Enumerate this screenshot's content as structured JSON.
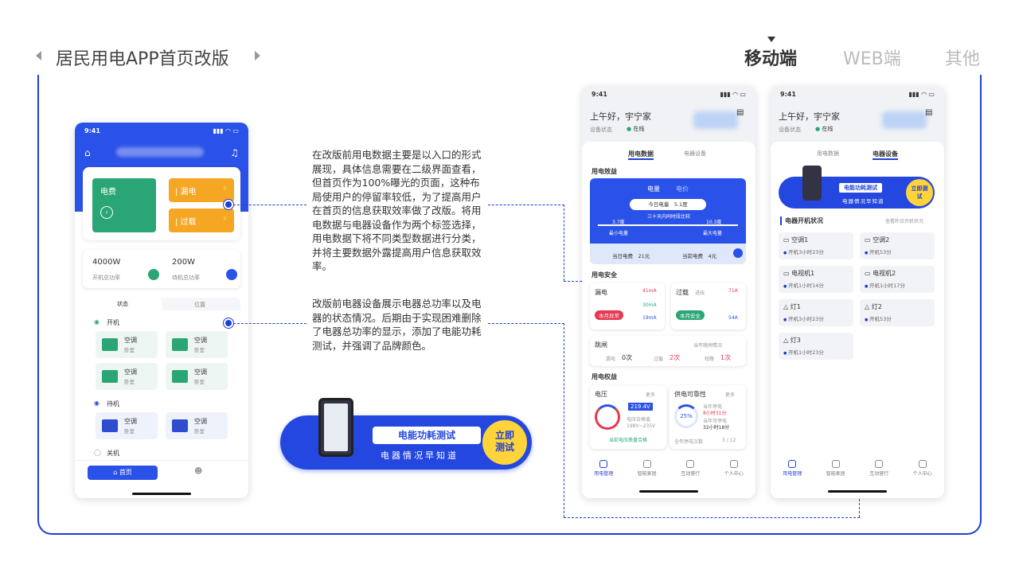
{
  "header": {
    "title": "居民用电APP首页改版",
    "tabs": [
      {
        "label": "移动端",
        "active": true
      },
      {
        "label": "WEB端",
        "active": false
      },
      {
        "label": "其他",
        "active": false
      }
    ]
  },
  "colors": {
    "accent": "#1d3fd6",
    "green": "#2aa676",
    "orange": "#f5a623",
    "red": "#e8384f"
  },
  "descriptions": {
    "p1": "在改版前用电数据主要是以入口的形式展现，具体信息需要在二级界面查看，但首页作为100%曝光的页面，这种布局使用户的停留率较低，为了提高用户在首页的信息获取效率做了改版。将用电数据与电器设备作为两个标签选择，用电数据下将不同类型数据进行分类，并将主要数据外露提高用户信息获取效率。",
    "p2": "改版前电器设备展示电器总功率以及电器的状态情况。后期由于实现困难删除了电器总功率的显示，添加了电能功耗测试，并强调了品牌颜色。"
  },
  "banner": {
    "title": "电能功耗测试",
    "subtitle": "电器情况早知道",
    "cta": "立即测试"
  },
  "old_phone": {
    "time": "9:41",
    "tiles": {
      "fee": "电费",
      "leak": "| 漏电",
      "overload": "| 过载"
    },
    "power": [
      {
        "value": "4000W",
        "label": "开机总功率"
      },
      {
        "value": "200W",
        "label": "待机总功率"
      }
    ],
    "tabs": [
      "状态",
      "位置"
    ],
    "groups": {
      "on": "开机",
      "standby": "待机",
      "off": "关机"
    },
    "ac_name": "空调",
    "ac_room": "卧室",
    "nav": [
      "首页",
      "我的"
    ]
  },
  "new_phone": {
    "time": "9:41",
    "greeting": "上午好，宇宁家",
    "status_label": "设备状态",
    "status_value": "在线",
    "tabs": [
      "用电数据",
      "电器设备"
    ],
    "section_usage": "用电效益",
    "toggle": [
      "电量",
      "电价"
    ],
    "today_label": "今日电量",
    "today_value": "5.1度",
    "compare": "三十天内同时段比较",
    "min_val": "3.7度",
    "min_label": "最小电量",
    "max_val": "10.3度",
    "max_label": "最大电量",
    "fee_today_label": "当日电费",
    "fee_today": "21元",
    "fee_now_label": "当前电费",
    "fee_now": "4元",
    "section_safety": "用电安全",
    "leak": {
      "title": "漏电",
      "badge": "本月异常",
      "v1": "41mA",
      "v2": "30mA",
      "v3": "19mA"
    },
    "overload": {
      "title": "过载",
      "sub": "进线",
      "badge": "本月安全",
      "v1": "71A",
      "v2": "54A"
    },
    "trip": {
      "title": "跳闸",
      "link": "当年跳闸情况",
      "items": [
        {
          "label": "漏电",
          "value": "0次"
        },
        {
          "label": "过载",
          "value": "2次"
        },
        {
          "label": "短路",
          "value": "1次"
        }
      ]
    },
    "section_rights": "用电权益",
    "voltage": {
      "title": "电压",
      "more": "更多",
      "value": "219.4V",
      "ok": "电压合格值",
      "range": "198V~235V",
      "footer": "当前电压质量合格"
    },
    "reliability": {
      "title": "供电可靠性",
      "more": "更多",
      "percent": "25%",
      "l1": "当年停电",
      "v1": "8小时31分",
      "l2": "当年可停电",
      "v2": "32小时18分",
      "footer_label": "全年停电次数",
      "footer_value": "3 / 12"
    },
    "nav": [
      "用电管理",
      "智能家居",
      "互动营行",
      "个人中心"
    ]
  },
  "device_phone": {
    "time": "9:41",
    "greeting": "上午好，宇宁家",
    "status_label": "设备状态",
    "status_value": "在线",
    "tabs": [
      "用电数据",
      "电器设备"
    ],
    "list_title": "电器开机状况",
    "list_link": "查看昨日开机状况",
    "devices": [
      {
        "name": "空调1",
        "state": "开机3小时23分"
      },
      {
        "name": "空调2",
        "state": "开机53分"
      },
      {
        "name": "电视机1",
        "state": "开机1小时14分"
      },
      {
        "name": "电视机2",
        "state": "开机1小时17分"
      },
      {
        "name": "灯1",
        "state": "开机3小时23分"
      },
      {
        "name": "灯2",
        "state": "开机53分"
      },
      {
        "name": "灯3",
        "state": "开机1小时23分"
      }
    ],
    "banner_title": "电能功耗测试",
    "banner_sub": "电器情况早知道",
    "banner_cta": "立即测试",
    "nav": [
      "用电管理",
      "智能家居",
      "互动营行",
      "个人中心"
    ]
  }
}
